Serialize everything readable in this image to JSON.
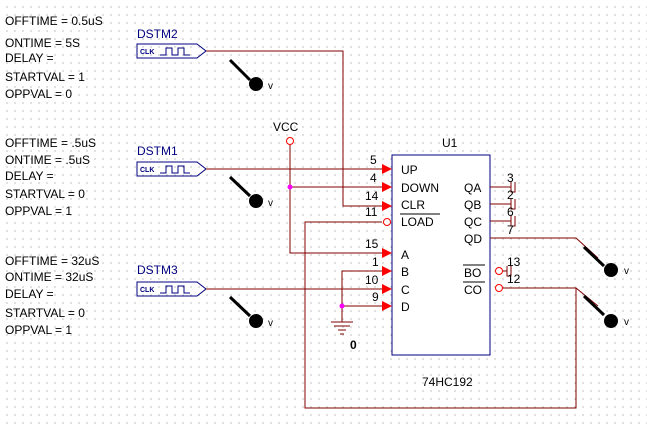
{
  "stimuli": [
    {
      "name": "DSTM2",
      "clk_label": "CLK",
      "lines": [
        "OFFTIME = 0.5uS",
        "ONTIME = 5S",
        "DELAY =",
        "STARTVAL = 1",
        "OPPVAL = 0"
      ],
      "probe_label": "v"
    },
    {
      "name": "DSTM1",
      "clk_label": "CLK",
      "lines": [
        "OFFTIME = .5uS",
        "ONTIME = .5uS",
        "DELAY =",
        "STARTVAL = 0",
        "OPPVAL = 1"
      ],
      "probe_label": "v"
    },
    {
      "name": "DSTM3",
      "clk_label": "CLK",
      "lines": [
        "OFFTIME = 32uS",
        "ONTIME = 32uS",
        "DELAY =",
        "STARTVAL = 0",
        "OPPVAL = 1"
      ],
      "probe_label": "v"
    }
  ],
  "vcc_label": "VCC",
  "ground_label": "0",
  "ic": {
    "refdes": "U1",
    "part": "74HC192",
    "left_pins": [
      {
        "num": "5",
        "name": "UP"
      },
      {
        "num": "4",
        "name": "DOWN"
      },
      {
        "num": "14",
        "name": "CLR"
      },
      {
        "num": "11",
        "name": "LOAD"
      },
      {
        "num": "15",
        "name": "A"
      },
      {
        "num": "1",
        "name": "B"
      },
      {
        "num": "10",
        "name": "C"
      },
      {
        "num": "9",
        "name": "D"
      }
    ],
    "right_pins": [
      {
        "num": "3",
        "name": "QA"
      },
      {
        "num": "2",
        "name": "QB"
      },
      {
        "num": "6",
        "name": "QC"
      },
      {
        "num": "7",
        "name": "QD"
      },
      {
        "num": "13",
        "name": "BO"
      },
      {
        "num": "12",
        "name": "CO"
      }
    ]
  },
  "output_probes": [
    {
      "label": "v"
    },
    {
      "label": "v"
    }
  ]
}
